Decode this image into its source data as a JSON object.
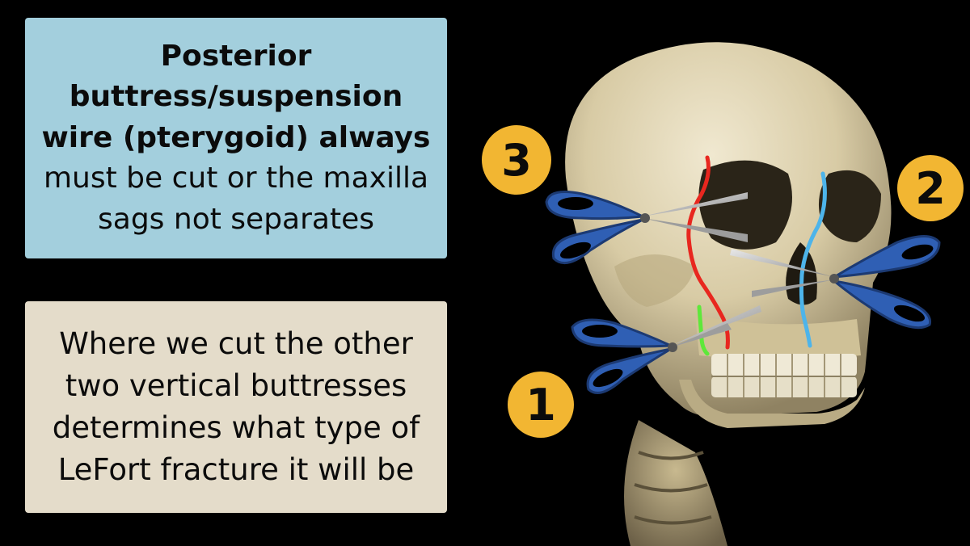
{
  "top_box": {
    "bold_text": "Posterior buttress/suspension wire (pterygoid) always",
    "regular_text": " must be cut or the maxilla sags not separates"
  },
  "bottom_box": {
    "text": "Where we cut the other two vertical buttresses determines what type of LeFort fracture it will be"
  },
  "markers": [
    {
      "label": "3"
    },
    {
      "label": "2"
    },
    {
      "label": "1"
    }
  ],
  "colors": {
    "top_box_bg": "#a3cfdd",
    "bottom_box_bg": "#e4dcca",
    "badge": "#f2b632",
    "line_3": "#e8271f",
    "line_2": "#4db4ea",
    "line_1": "#5ee83a",
    "scissors_handle": "#2f5fb4"
  }
}
